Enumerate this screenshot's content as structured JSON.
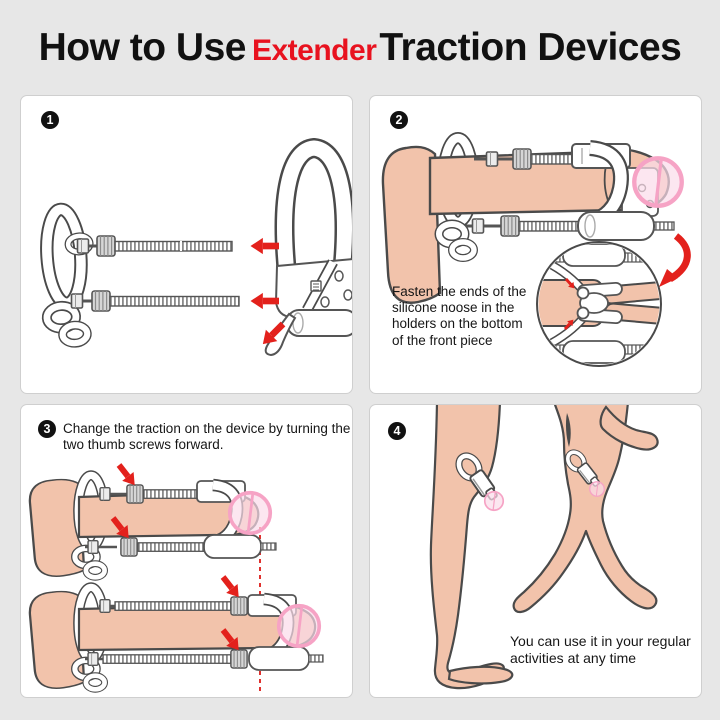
{
  "title": {
    "prefix": "How to Use",
    "brand": "Extender",
    "suffix": "Traction Devices"
  },
  "steps": [
    {
      "number": "1",
      "caption": ""
    },
    {
      "number": "2",
      "caption": "Fasten the ends of the silicone noose in the holders on the bottom of the front piece"
    },
    {
      "number": "3",
      "caption": "Change the traction on the device by turning the two thumb screws forward."
    },
    {
      "number": "4",
      "caption": "You can use it in your regular activities at any time"
    }
  ],
  "colors": {
    "background": "#e7e7e7",
    "panel": "#ffffff",
    "accent_red": "#e3211c",
    "brand_red": "#e8121f",
    "skin": "#f2c3ab",
    "censor_pink": "#f6a3c5",
    "outline": "#4a4a4a"
  }
}
